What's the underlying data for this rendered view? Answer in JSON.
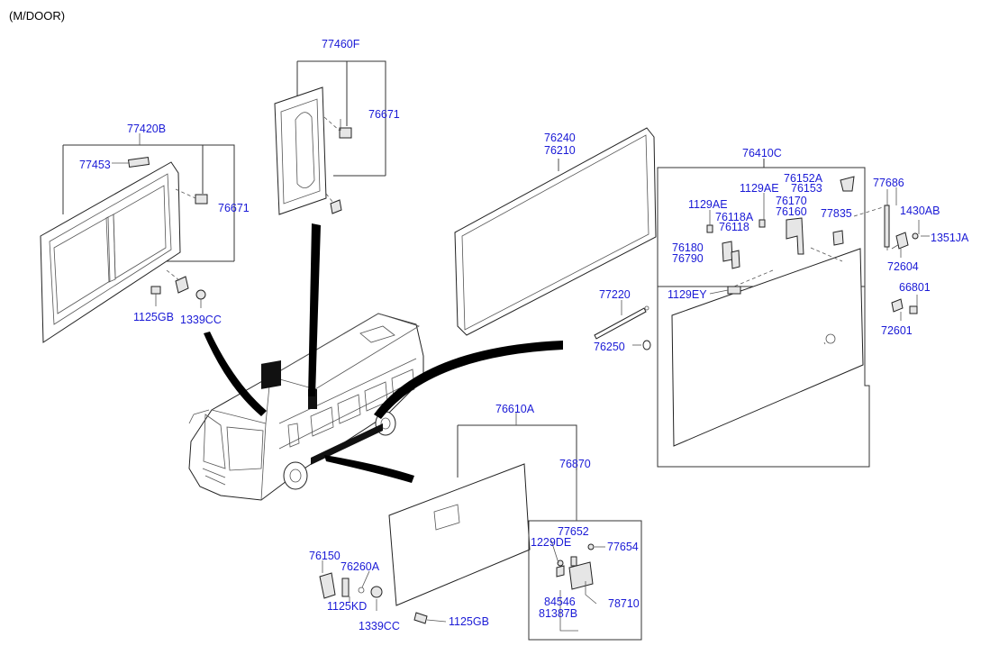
{
  "header": "(M/DOOR)",
  "labels": {
    "l77460F": "77460F",
    "l76671a": "76671",
    "l77420B": "77420B",
    "l77453": "77453",
    "l76671b": "76671",
    "l1125GBa": "1125GB",
    "l1339CCa": "1339CC",
    "l76240": "76240",
    "l76210": "76210",
    "l76410C": "76410C",
    "l76152A": "76152A",
    "l76153": "76153",
    "l77686": "77686",
    "l1129AEa": "1129AE",
    "l1129AEb": "1129AE",
    "l76170": "76170",
    "l76160": "76160",
    "l76118A": "76118A",
    "l76118": "76118",
    "l77835": "77835",
    "l1430AB": "1430AB",
    "l1351JA": "1351JA",
    "l76180": "76180",
    "l76790": "76790",
    "l72604": "72604",
    "l77220": "77220",
    "l1129EY": "1129EY",
    "l66801": "66801",
    "l76250": "76250",
    "l72601": "72601",
    "l76610A": "76610A",
    "l76870": "76870",
    "l77652": "77652",
    "l1229DE": "1229DE",
    "l77654": "77654",
    "l76150": "76150",
    "l76260A": "76260A",
    "l1125KD": "1125KD",
    "l84546": "84546",
    "l81387B": "81387B",
    "l78710": "78710",
    "l1339CCb": "1339CC",
    "l1125GBb": "1125GB"
  },
  "colors": {
    "part_number": "#1a1ad6",
    "line": "#333333"
  }
}
